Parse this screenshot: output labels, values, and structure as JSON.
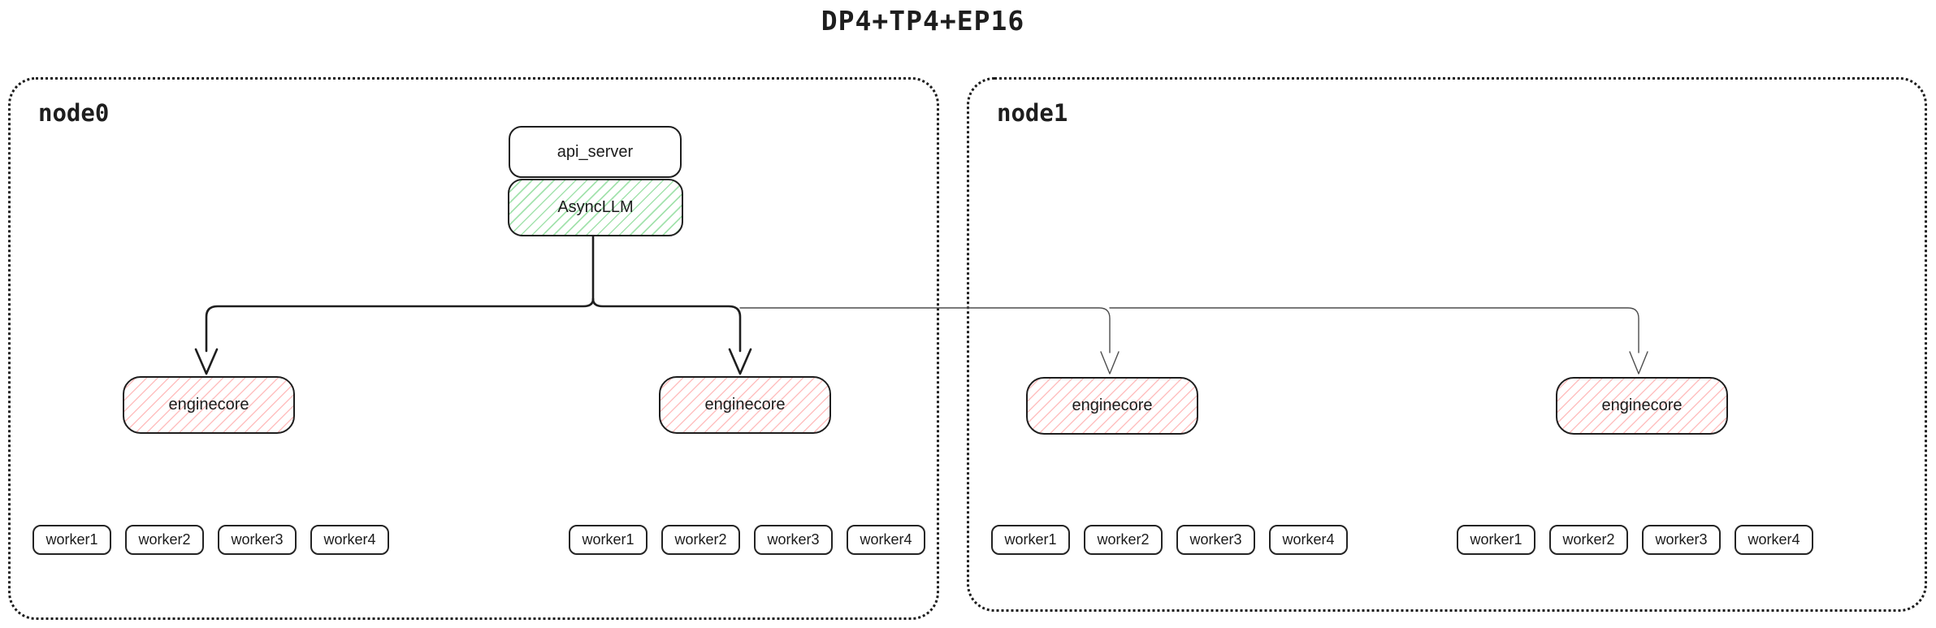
{
  "title": "DP4+TP4+EP16",
  "nodes": {
    "node0": {
      "label": "node0"
    },
    "node1": {
      "label": "node1"
    }
  },
  "boxes": {
    "api_server": "api_server",
    "asyncllm": "AsyncLLM",
    "enginecore": "enginecore"
  },
  "workers": [
    "worker1",
    "worker2",
    "worker3",
    "worker4"
  ],
  "colors": {
    "stroke": "#1e1e1e",
    "thin_connector": "#4d4d4d",
    "green_hatch_line": "#57cb6a8c",
    "red_hatch_line": "#ff828280",
    "background": "#ffffff"
  }
}
